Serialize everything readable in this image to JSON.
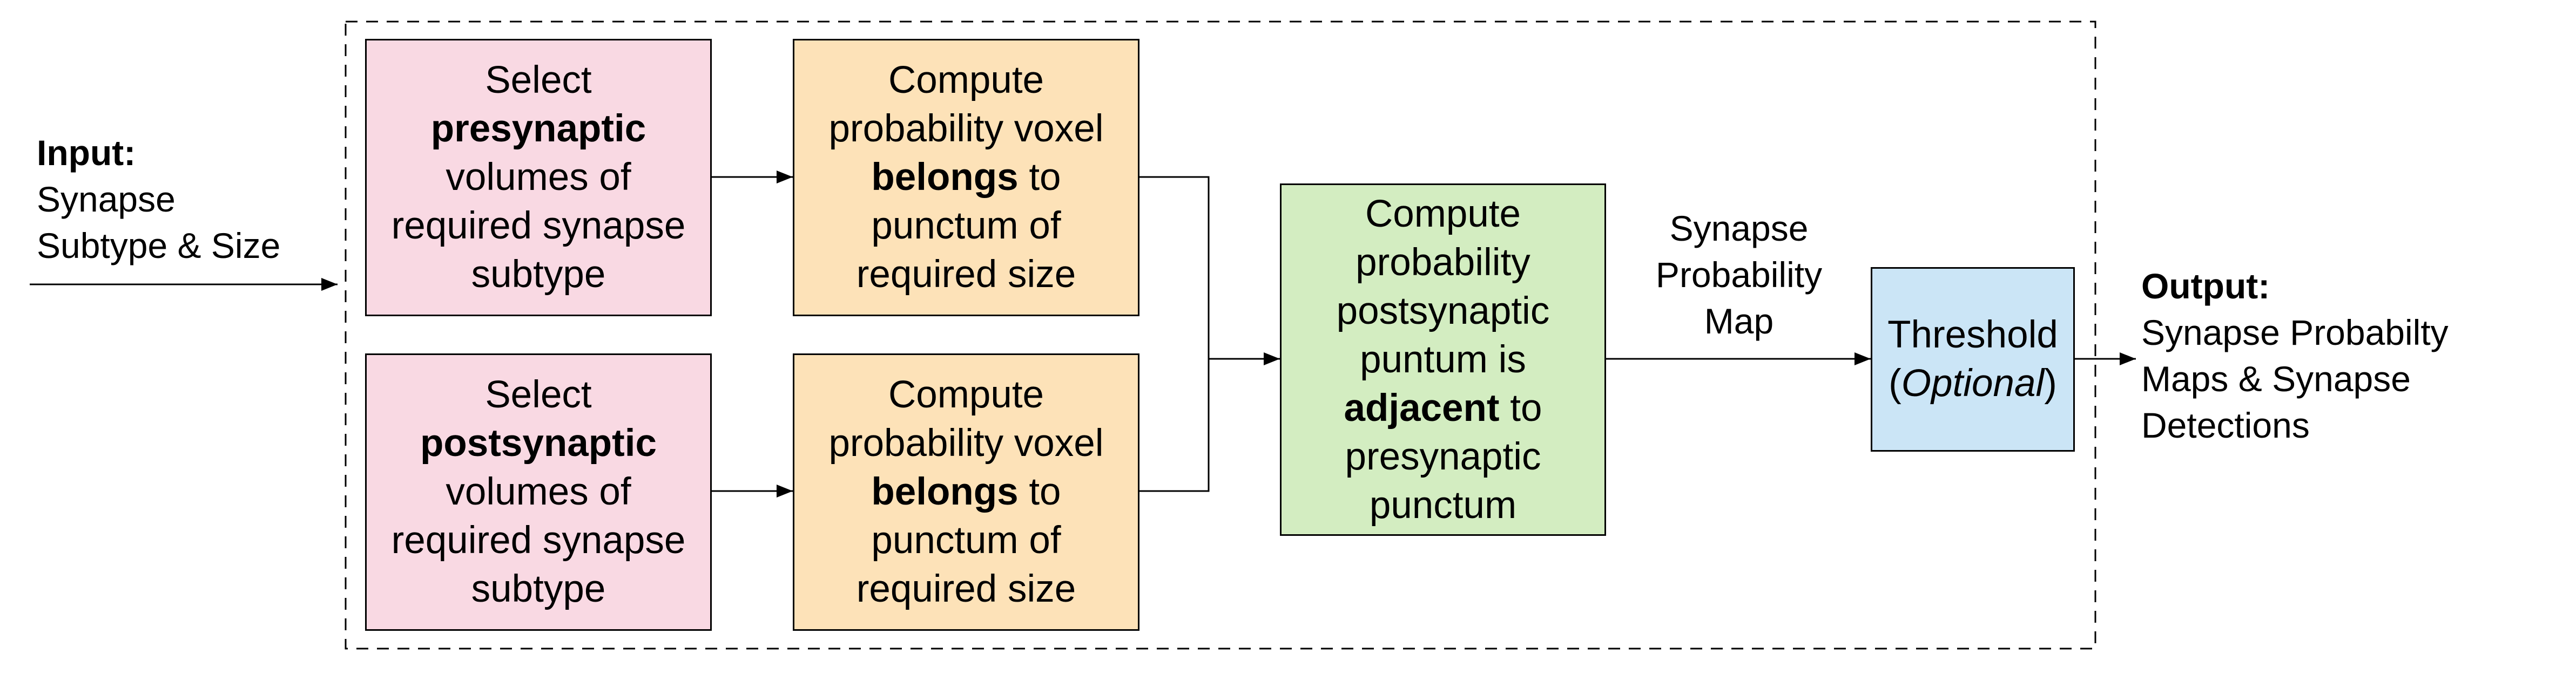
{
  "input": {
    "label": "Input:",
    "line1": "Synapse",
    "line2": "Subtype & Size"
  },
  "output": {
    "label": "Output:",
    "line1": "Synapse Probabilty",
    "line2": "Maps & Synapse",
    "line3": "Detections"
  },
  "pre_select": {
    "l1": "Select",
    "l2": "presynaptic",
    "l3": "volumes of",
    "l4": "required synapse",
    "l5": "subtype"
  },
  "post_select": {
    "l1": "Select",
    "l2": "postsynaptic",
    "l3": "volumes of",
    "l4": "required synapse",
    "l5": "subtype"
  },
  "pre_compute": {
    "l1": "Compute",
    "l2": "probability voxel",
    "l3a": "belongs",
    "l3b": " to",
    "l4": "punctum of",
    "l5": "required size"
  },
  "post_compute": {
    "l1": "Compute",
    "l2": "probability voxel",
    "l3a": "belongs",
    "l3b": " to",
    "l4": "punctum of",
    "l5": "required size"
  },
  "adjacency": {
    "l1": "Compute",
    "l2": "probability",
    "l3": "postsynaptic",
    "l4": "puntum is",
    "l5a": "adjacent",
    "l5b": " to",
    "l6": "presynaptic",
    "l7": "punctum"
  },
  "threshold": {
    "l1": "Threshold",
    "l2a": "(",
    "l2b": "Optional",
    "l2c": ")"
  },
  "map_label": {
    "l1": "Synapse",
    "l2": "Probability",
    "l3": "Map"
  },
  "colors": {
    "pink": "#f9d9e3",
    "orange": "#fde2b8",
    "green": "#d3edc1",
    "blue": "#cbe5f6"
  }
}
